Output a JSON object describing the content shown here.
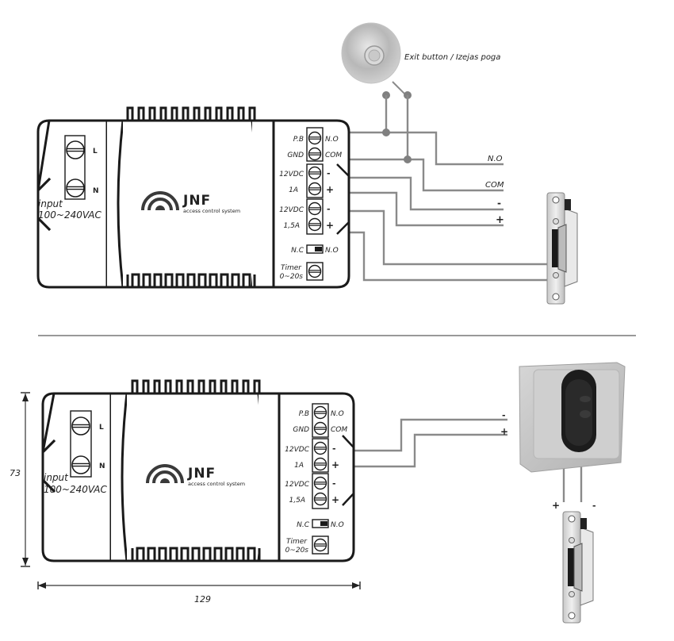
{
  "diagram_top": {
    "exit_button_label": "Exit button / Izejas poga",
    "input_label": "input",
    "input_voltage": "100~240VAC",
    "mains_terminals": [
      "L",
      "N"
    ],
    "logo_text": "JNF",
    "logo_tagline": "access control system",
    "terminals_left": [
      "P.B",
      "GND",
      "12VDC",
      "1A",
      "12VDC",
      "1,5A"
    ],
    "terminals_right": [
      "N.O",
      "COM",
      "-",
      "+",
      "-",
      "+"
    ],
    "switch_left": "N.C",
    "switch_right": "N.O",
    "timer_label_1": "Timer",
    "timer_label_2": "0~20s",
    "output_labels": [
      "N.O",
      "COM",
      "-",
      "+"
    ]
  },
  "diagram_bottom": {
    "input_label": "input",
    "input_voltage": "100~240VAC",
    "mains_terminals": [
      "L",
      "N"
    ],
    "logo_text": "JNF",
    "logo_tagline": "access control system",
    "terminals_left": [
      "P.B",
      "GND",
      "12VDC",
      "1A",
      "12VDC",
      "1,5A"
    ],
    "terminals_right": [
      "N.O",
      "COM",
      "-",
      "+",
      "-",
      "+"
    ],
    "switch_left": "N.C",
    "switch_right": "N.O",
    "timer_label_1": "Timer",
    "timer_label_2": "0~20s",
    "reader_labels": [
      "-",
      "+"
    ],
    "lock_labels": [
      "+",
      "-"
    ],
    "dimension_height": "73",
    "dimension_width": "129"
  }
}
